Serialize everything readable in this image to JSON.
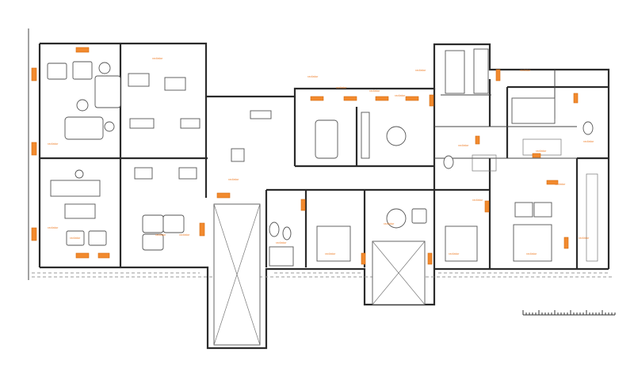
{
  "colors": {
    "wall": "#2b2b2b",
    "radiator": "#f28a2e",
    "annotation": "#ee8230",
    "dashed": "#9a9a9a"
  },
  "plan": {
    "radiator_tags": [
      "radiator",
      "radiator",
      "radiator",
      "radiator",
      "radiator",
      "radiator",
      "radiator",
      "radiator",
      "radiator",
      "radiator",
      "radiator",
      "radiator",
      "radiator",
      "radiator",
      "radiator",
      "radiator",
      "radiator",
      "radiator",
      "radiator",
      "radiator",
      "radiator",
      "radiator",
      "radiator",
      "radiator"
    ]
  }
}
